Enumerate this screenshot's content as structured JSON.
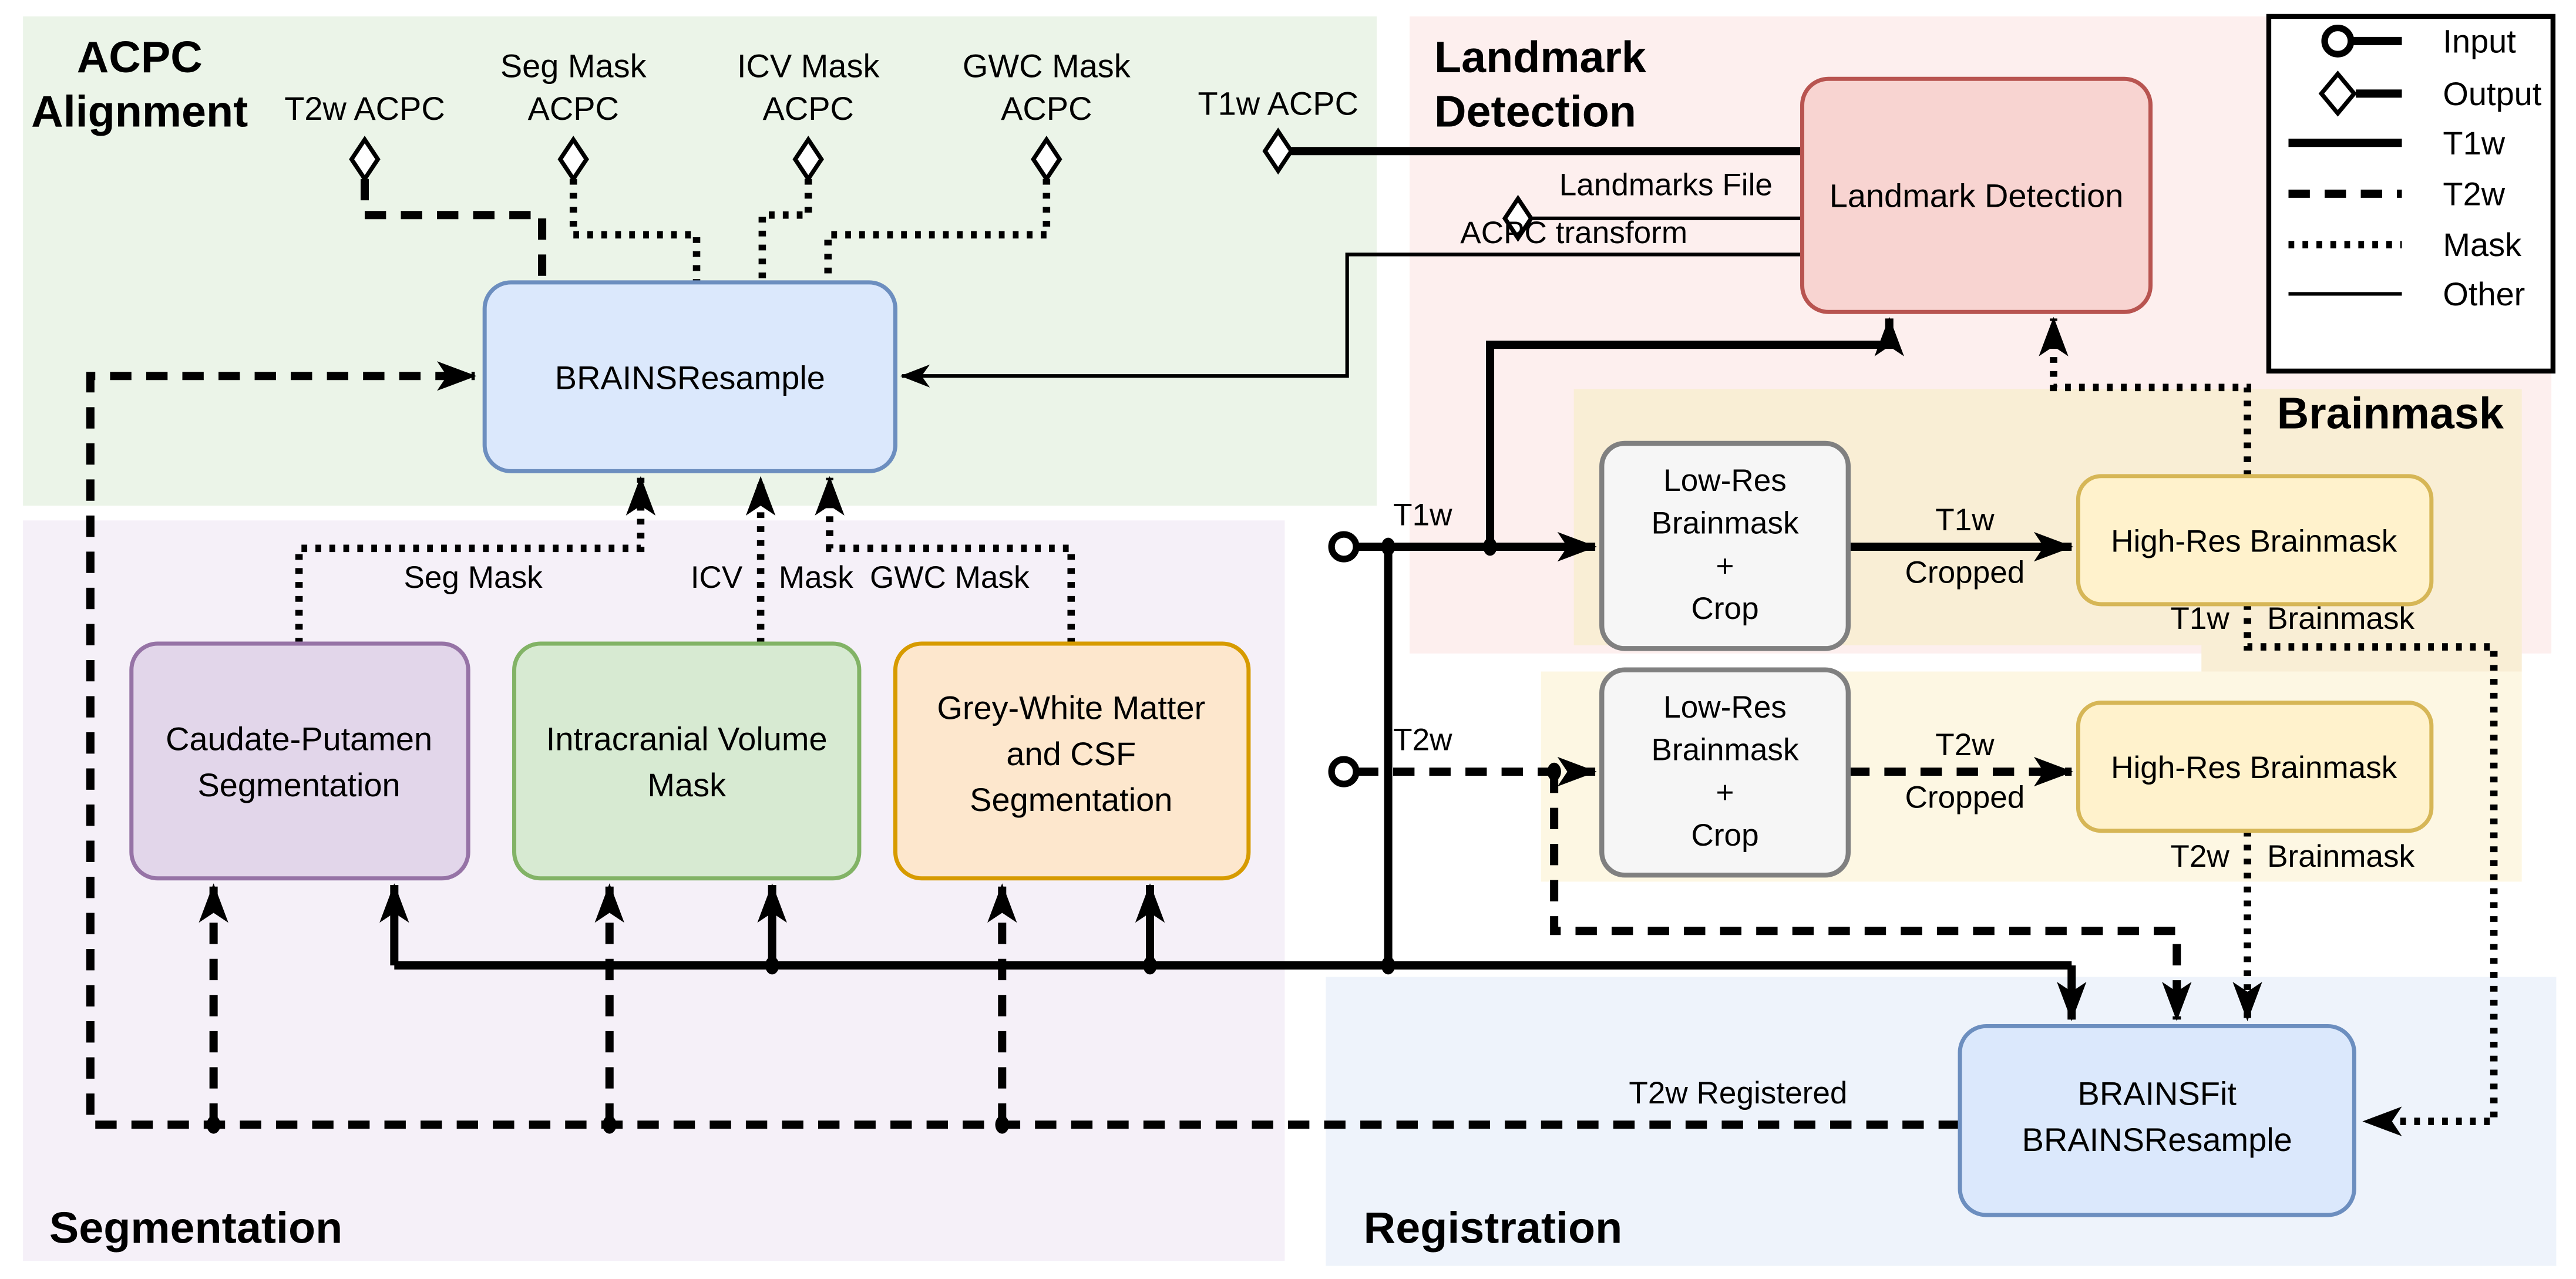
{
  "regions": {
    "acpc": {
      "title_line1": "ACPC",
      "title_line2": "Alignment"
    },
    "landmark": {
      "title_line1": "Landmark",
      "title_line2": "Detection"
    },
    "brainmask": {
      "title": "Brainmask"
    },
    "segmentation": {
      "title": "Segmentation"
    },
    "registration": {
      "title": "Registration"
    }
  },
  "nodes": {
    "brainsresample": {
      "label": "BRAINSResample"
    },
    "landmark_detection": {
      "label": "Landmark Detection"
    },
    "lowres_t1": {
      "line1": "Low-Res",
      "line2": "Brainmask",
      "line3": "+",
      "line4": "Crop"
    },
    "lowres_t2": {
      "line1": "Low-Res",
      "line2": "Brainmask",
      "line3": "+",
      "line4": "Crop"
    },
    "highres_t1": {
      "label": "High-Res Brainmask"
    },
    "highres_t2": {
      "label": "High-Res Brainmask"
    },
    "caudate": {
      "line1": "Caudate-Putamen",
      "line2": "Segmentation"
    },
    "icv": {
      "line1": "Intracranial Volume",
      "line2": "Mask"
    },
    "gwc": {
      "line1": "Grey-White Matter",
      "line2": "and CSF",
      "line3": "Segmentation"
    },
    "brainsfit": {
      "line1": "BRAINSFit",
      "line2": "BRAINSResample"
    }
  },
  "outputs": {
    "t2w_acpc": {
      "label": "T2w ACPC"
    },
    "seg_mask_acpc": {
      "line1": "Seg Mask",
      "line2": "ACPC"
    },
    "icv_mask_acpc": {
      "line1": "ICV Mask",
      "line2": "ACPC"
    },
    "gwc_mask_acpc": {
      "line1": "GWC Mask",
      "line2": "ACPC"
    },
    "t1w_acpc": {
      "label": "T1w ACPC"
    },
    "landmarks_file": {
      "label": "Landmarks File"
    },
    "acpc_transform": {
      "label": "ACPC transform"
    }
  },
  "edge_labels": {
    "t1w_in": "T1w",
    "t2w_in": "T2w",
    "t1w_cropped_1": "T1w",
    "t1w_cropped_2": "Cropped",
    "t2w_cropped_1": "T2w",
    "t2w_cropped_2": "Cropped",
    "t1w_brainmask_1": "T1w",
    "t1w_brainmask_2": "Brainmask",
    "t2w_brainmask_1": "T2w",
    "t2w_brainmask_2": "Brainmask",
    "seg_mask": "Seg Mask",
    "icv_mask_1": "ICV",
    "icv_mask_2": "Mask",
    "gwc_mask": "GWC Mask",
    "t2w_registered": "T2w Registered"
  },
  "legend": {
    "items": [
      {
        "label": "Input"
      },
      {
        "label": "Output"
      },
      {
        "label": "T1w"
      },
      {
        "label": "T2w"
      },
      {
        "label": "Mask"
      },
      {
        "label": "Other"
      }
    ]
  },
  "colors": {
    "acpc_region": "#ebf4e8",
    "acpc_title": "#4a8c1c",
    "landmark_region": "#fdefee",
    "landmark_title": "#9c1b1b",
    "brainmask_region": "#f9eed5",
    "brainmask_region_light": "#fdf7e3",
    "brainmask_title": "#c4a00a",
    "segmentation_region": "#f5f0f8",
    "segmentation_title": "#64477e",
    "registration_region": "#eef3fb",
    "registration_title": "#3a68a8",
    "blue_node_fill": "#dbe8fc",
    "blue_node_stroke": "#6c8ebf",
    "red_node_fill": "#f8d4d1",
    "red_node_stroke": "#b85450",
    "gray_node_fill": "#f6f6f6",
    "gray_node_stroke": "#808080",
    "yellow_node_fill": "#fff2cc",
    "yellow_node_stroke": "#d6b656",
    "purple_node_fill": "#e2d6ea",
    "purple_node_stroke": "#9673a6",
    "green_node_fill": "#d7ead2",
    "green_node_stroke": "#82b366",
    "orange_node_fill": "#fde7cd",
    "orange_node_stroke": "#d79b00",
    "line": "#000000"
  }
}
